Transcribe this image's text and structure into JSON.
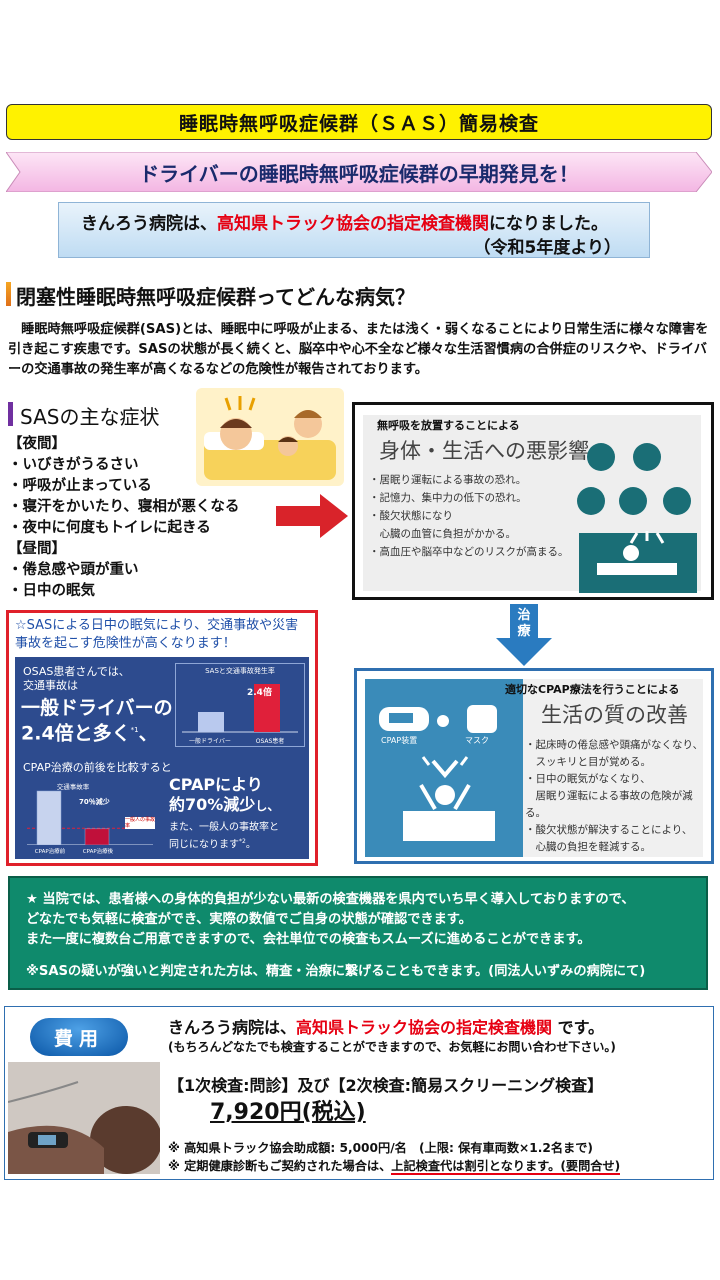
{
  "title": "睡眠時無呼吸症候群（ＳＡＳ）簡易検査",
  "banner": "ドライバーの睡眠時無呼吸症候群の早期発見を！",
  "notice": {
    "pre": "きんろう病院は、",
    "highlight": "高知県トラック協会の指定検査機関",
    "post": "になりました。",
    "year": "（令和5年度より）"
  },
  "section1": {
    "heading": "閉塞性睡眠時無呼吸症候群ってどんな病気？",
    "body": "　睡眠時無呼吸症候群(SAS)とは、睡眠中に呼吸が止まる、または浅く・弱くなることにより日常生活に様々な障害を引き起こす疾患です。SASの状態が長く続くと、脳卒中や心不全など様々な生活習慣病の合併症のリスクや、ドライバーの交通事故の発生率が高くなるなどの危険性が報告されております。"
  },
  "symptoms": {
    "heading": "SASの主な症状",
    "night_label": "【夜間】",
    "night": [
      "・いびきがうるさい",
      "・呼吸が止まっている",
      "・寝汗をかいたり、寝相が悪くなる",
      "・夜中に何度もトイレに起きる"
    ],
    "day_label": "【昼間】",
    "day": [
      "・倦怠感や頭が重い",
      "・日中の眠気"
    ]
  },
  "bad_effects": {
    "small": "無呼吸を放置することによる",
    "title": "身体・生活への悪影響",
    "items": [
      "・居眠り運転による事故の恐れ。",
      "・記憶力、集中力の低下の恐れ。",
      "・酸欠状態になり",
      "　心臓の血管に負担がかかる。",
      "・高血圧や脳卒中などのリスクが高まる。"
    ]
  },
  "treatment_label": [
    "治",
    "療"
  ],
  "good_effects": {
    "small": "適切なCPAP療法を行うことによる",
    "title": "生活の質の改善",
    "device1": "CPAP装置",
    "device2": "マスク",
    "items": [
      "・起床時の倦怠感や頭痛がなくなり、",
      "　スッキリと目が覚める。",
      "・日中の眠気がなくなり、",
      "　居眠り運転による事故の危険が減る。",
      "・酸欠状態が解決することにより、",
      "　心臓の負担を軽減する。"
    ]
  },
  "risk": {
    "header": "☆SASによる日中の眠気により、交通事故や災害事故を起こす危険性が高くなります！",
    "osas_line1": "OSAS患者さんでは、",
    "osas_line2": "交通事故は",
    "big1": "一般ドライバーの",
    "big2": "2.4倍と多く",
    "note1": "*1",
    "big2_tail": "、",
    "chart_title": "SASと交通事故発生率",
    "chart_val": "2.4倍",
    "chart_cat1": "一般ドライバー",
    "chart_cat2": "OSAS患者",
    "cpap_compare": "CPAP治療の前後を比較すると",
    "chart2_title": "交通事故率",
    "chart2_val": "70％減少",
    "chart2_ref": "一般人の事故率",
    "chart2_cat1": "CPAP治療前",
    "chart2_cat2": "CPAP治療後",
    "cpap_big1": "CPAPにより",
    "cpap_big2": "約70%減少",
    "cpap_big2_tail": "し、",
    "cpap_small1": "また、一般人の事故率と",
    "cpap_small2": "同じになります",
    "note2": "*2",
    "cpap_small2_tail": "。"
  },
  "green": {
    "line1": "★ 当院では、患者様への身体的負担が少ない最新の検査機器を県内でいち早く導入しておりますので、",
    "line2": "どなたでも気軽に検査ができ、実際の数値でご自身の状態が確認できます。",
    "line3": "また一度に複数台ご用意できますので、会社単位での検査もスムーズに進めることができます。",
    "line4": "※SASの疑いが強いと判定された方は、精査・治療に繋げることもできます。(同法人いずみの病院にて)"
  },
  "cost": {
    "pill": "費用",
    "line1_pre": "きんろう病院は、",
    "line1_hl": "高知県トラック協会の指定検査機関",
    "line1_post": " です。",
    "line2": "(もちろんどなたでも検査することができますので、お気軽にお問い合わせ下さい。)",
    "exam": "【1次検査:問診】及び【2次検査:簡易スクリーニング検査】",
    "price": "7,920円(税込)",
    "note1": "※ 高知県トラック協会助成額: 5,000円/名　(上限: 保有車両数×1.2名まで)",
    "note2_pre": "※ 定期健康診断もご契約された場合は、",
    "note2_ul": "上記検査代は割引となります。(要問合せ)"
  },
  "chart_data": [
    {
      "type": "bar",
      "title": "SASと交通事故発生率",
      "categories": [
        "一般ドライバー",
        "OSAS患者"
      ],
      "values": [
        1,
        2.4
      ]
    },
    {
      "type": "bar",
      "title": "交通事故率",
      "categories": [
        "CPAP治療前",
        "CPAP治療後"
      ],
      "values": [
        100,
        30
      ]
    }
  ]
}
